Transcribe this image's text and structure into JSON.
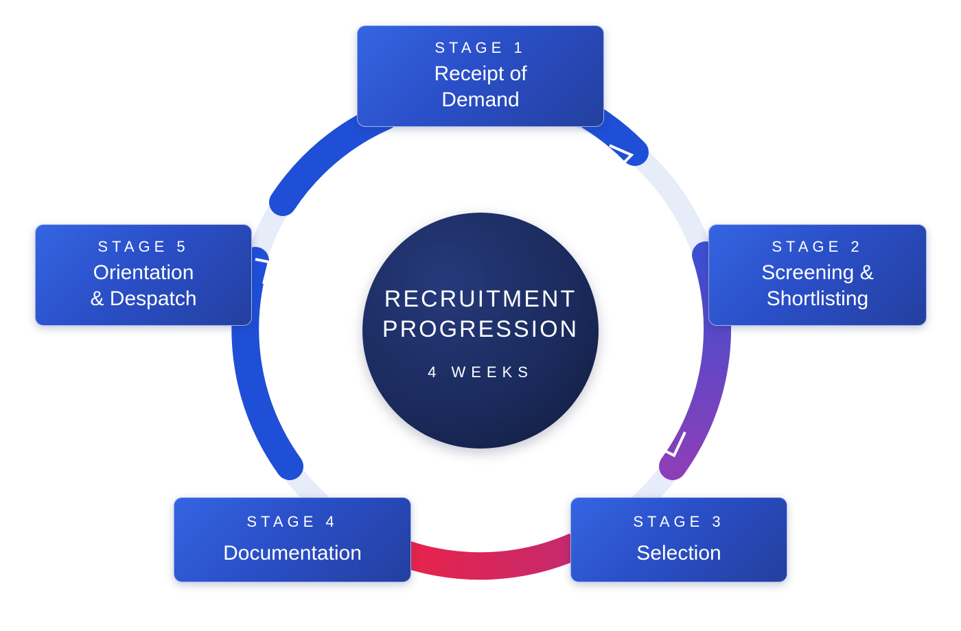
{
  "center": {
    "title": "RECRUITMENT PROGRESSION",
    "duration": "4 WEEKS"
  },
  "stages": [
    {
      "label": "STAGE 1",
      "title": "Receipt of\nDemand"
    },
    {
      "label": "STAGE 2",
      "title": "Screening &\nShortlisting"
    },
    {
      "label": "STAGE 3",
      "title": "Selection"
    },
    {
      "label": "STAGE 4",
      "title": "Documentation"
    },
    {
      "label": "STAGE 5",
      "title": "Orientation\n& Despatch"
    }
  ],
  "colors": {
    "ring_track": "#e6ecf8",
    "arc_blue": "#1f4fd6",
    "arc_purple_start": "#3d4fd0",
    "arc_purple_end": "#8a3fb8",
    "arc_red_start": "#e8234a",
    "arc_red_end": "#c42a6e",
    "card_start": "#3565e2",
    "card_end": "#243f9f",
    "hub": "#1b2b5e"
  },
  "icons": {
    "arrow": "chevron-arrow-icon"
  }
}
